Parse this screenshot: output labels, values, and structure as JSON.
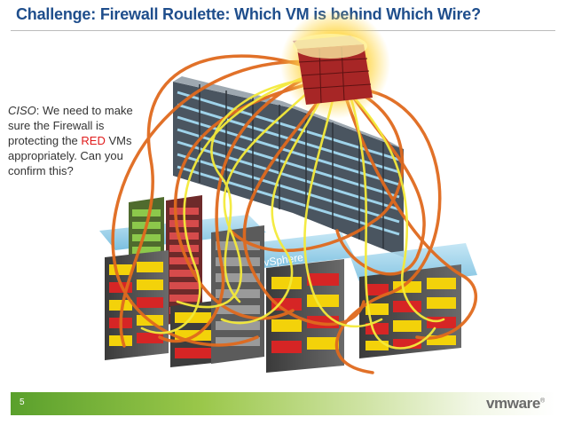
{
  "slide": {
    "title": "Challenge: Firewall Roulette: Which VM is behind Which Wire?",
    "page_number": "5"
  },
  "callout": {
    "speaker": "CISO",
    "text_1": ": We need to make sure the Firewall is protecting the ",
    "highlight": "RED",
    "text_2": " VMs appropriately. Can you confirm this?"
  },
  "diagram": {
    "host_label": "vSphere",
    "colors": {
      "wire_orange": "#e06a1e",
      "wire_yellow": "#f4ea3a",
      "vm_red": "#d62525",
      "vm_yellow": "#f3d20a",
      "vm_green": "#8cc84b",
      "firewall_glow": "#ffd84d"
    }
  },
  "footer": {
    "logo_vm": "vm",
    "logo_ware": "ware",
    "logo_mark": "®",
    "accent": "#5aa02c"
  }
}
